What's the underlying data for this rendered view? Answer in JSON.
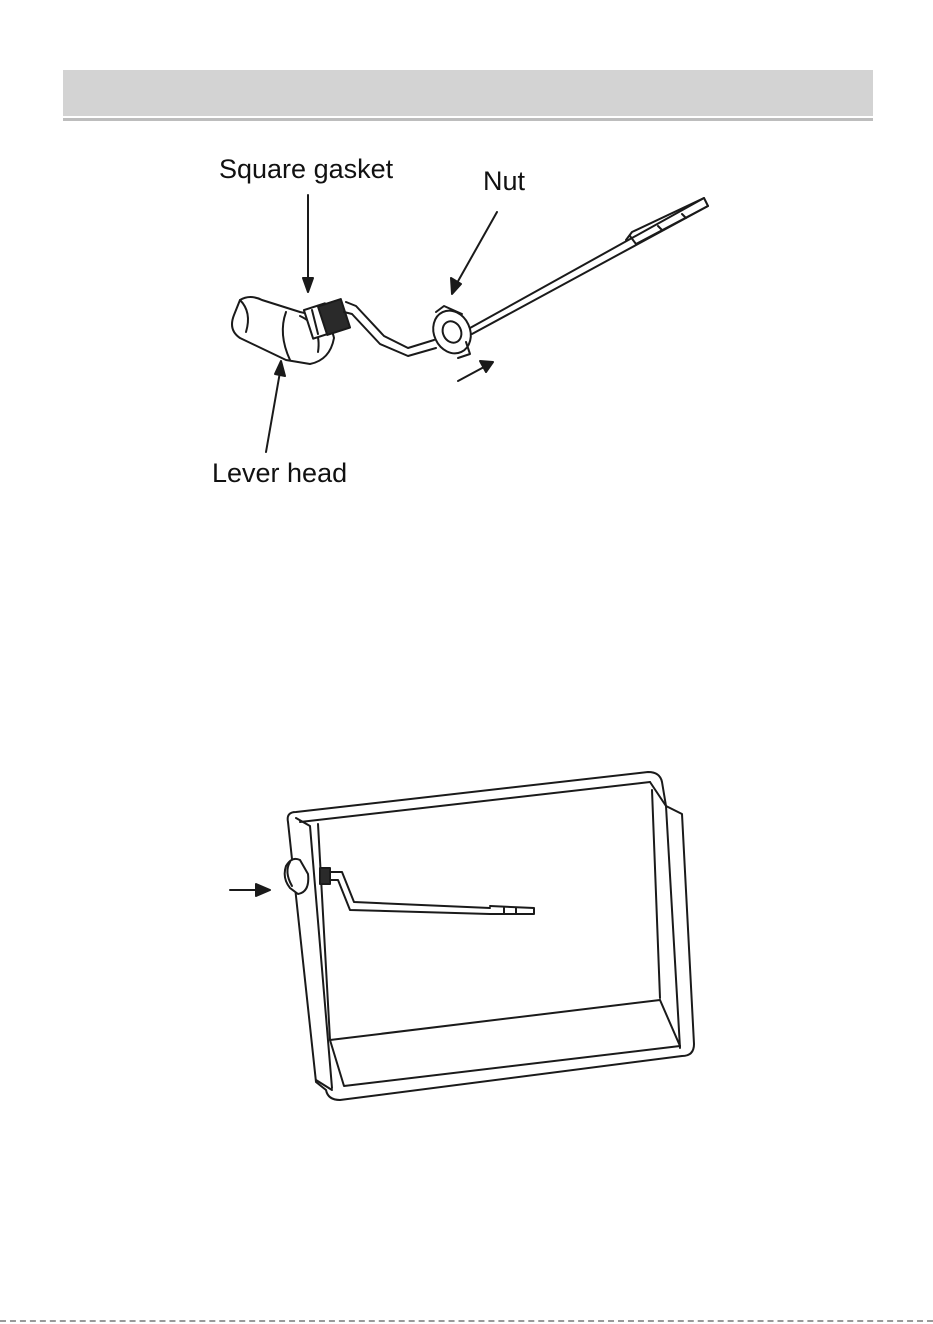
{
  "figure1": {
    "labels": {
      "square_gasket": "Square gasket",
      "nut": "Nut",
      "lever_head": "Lever head"
    }
  }
}
